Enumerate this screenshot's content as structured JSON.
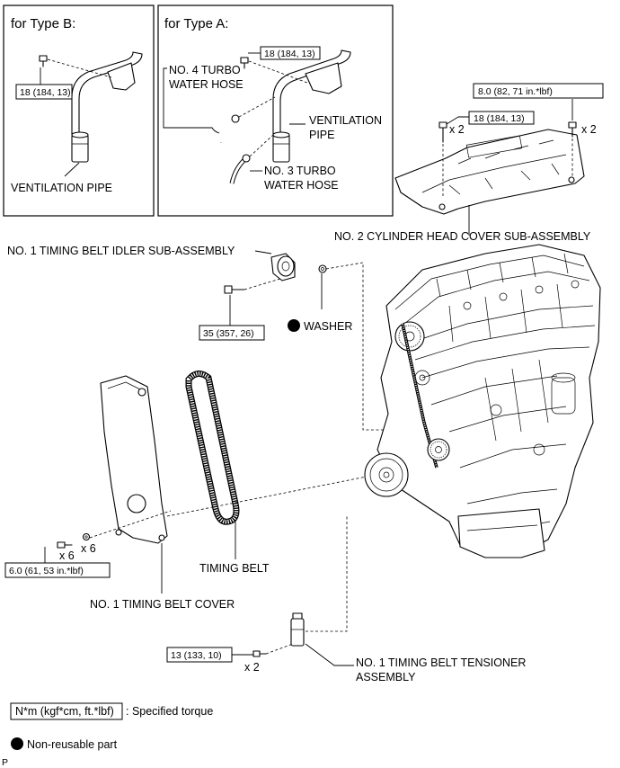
{
  "type_b": {
    "heading": "for Type B:",
    "torque": "18 (184, 13)",
    "pipe_label": "VENTILATION PIPE"
  },
  "type_a": {
    "heading": "for Type A:",
    "torque": "18 (184, 13)",
    "hose4_line1": "NO. 4 TURBO",
    "hose4_line2": "WATER HOSE",
    "pipe_line1": "VENTILATION",
    "pipe_line2": "PIPE",
    "hose3_line1": "NO. 3 TURBO",
    "hose3_line2": "WATER HOSE"
  },
  "head_cover": {
    "torque_a": "8.0 (82, 71 in.*lbf)",
    "torque_b": "18 (184, 13)",
    "qty_a": "x 2",
    "qty_b": "x 2",
    "label": "NO. 2 CYLINDER HEAD COVER SUB-ASSEMBLY"
  },
  "idler": {
    "label": "NO. 1 TIMING BELT IDLER SUB-ASSEMBLY",
    "torque": "35 (357, 26)",
    "washer_label": "WASHER"
  },
  "timing_belt": {
    "label": "TIMING BELT"
  },
  "belt_cover": {
    "label": "NO. 1 TIMING BELT COVER",
    "torque": "6.0 (61, 53 in.*lbf)",
    "qty_bolt": "x 6",
    "qty_washer": "x 6"
  },
  "tensioner": {
    "label_line1": "NO. 1 TIMING BELT TENSIONER",
    "label_line2": "ASSEMBLY",
    "torque": "13 (133, 10)",
    "qty": "x 2"
  },
  "legend": {
    "torque_key": "N*m (kgf*cm, ft.*lbf)",
    "torque_desc": ": Specified torque",
    "nonreusable_desc": "Non-reusable part"
  },
  "corner_mark": "P"
}
